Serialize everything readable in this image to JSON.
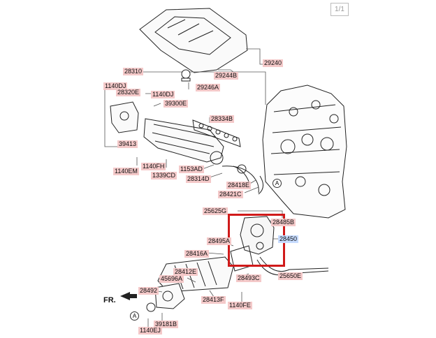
{
  "page_indicator": "1/1",
  "direction_label": "FR.",
  "view_marker": "A",
  "labels": [
    "29240",
    "29244B",
    "29246A",
    "28310",
    "1140DJ",
    "28320E",
    "1140DJ",
    "39300E",
    "28334B",
    "39413",
    "1140FH",
    "1140EM",
    "1339CD",
    "1153AD",
    "28314D",
    "28418E",
    "28421C",
    "25625G",
    "28495A",
    "28485B",
    "28450",
    "28416A",
    "28412E",
    "45696A",
    "28492",
    "28413F",
    "28493C",
    "25650E",
    "1140FE",
    "39181B",
    "1140EJ"
  ],
  "selected_label": "28450",
  "colors": {
    "label_bg": "#f4c9c9",
    "selected_bg": "#c7dcff",
    "highlight": "#d01a1a"
  }
}
